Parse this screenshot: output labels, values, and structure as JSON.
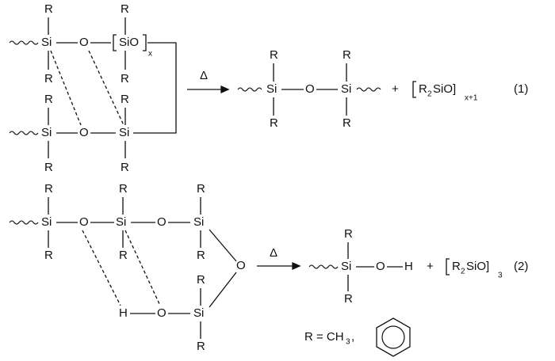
{
  "atoms": {
    "si": "Si",
    "o": "O",
    "r": "R",
    "h": "H",
    "delta": "Δ"
  },
  "reaction1": {
    "ring_unit": "SiO",
    "ring_subscript": "x",
    "plus": "+",
    "product_r": "R",
    "product_sub": "2",
    "product_rest": "SiO]",
    "product_count": "x+1",
    "label": "(1)"
  },
  "reaction2": {
    "plus": "+",
    "product_r": "R",
    "product_sub": "2",
    "product_rest": "SiO]",
    "product_count": "3",
    "label": "(2)"
  },
  "legend": {
    "r_def": "R = CH",
    "r_sub": "3",
    "comma": ",",
    "alt_icon": "benzene-ring-icon"
  }
}
